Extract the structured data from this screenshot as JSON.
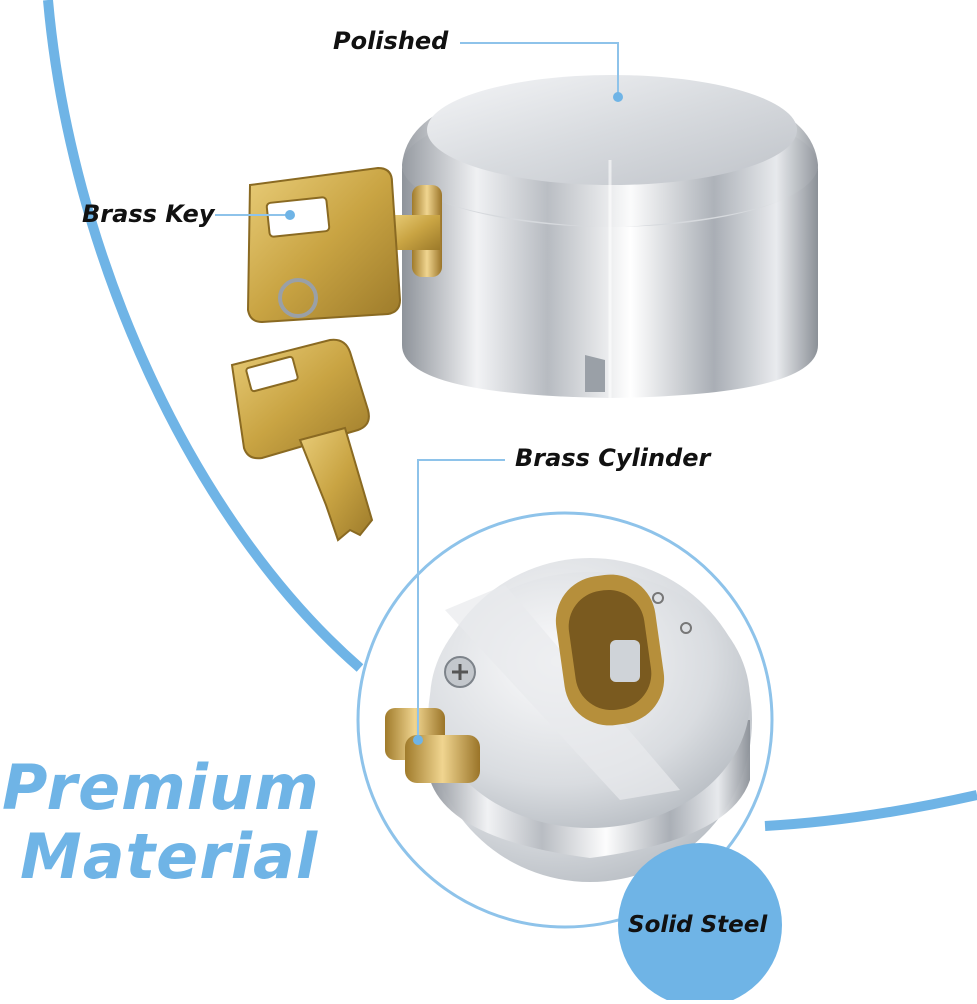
{
  "image": {
    "callouts": {
      "polished": "Polished",
      "brass_key": "Brass Key",
      "brass_cylinder": "Brass Cylinder"
    },
    "headline": {
      "line1": "Premium",
      "line2": "Material"
    },
    "badge": "Solid Steel"
  },
  "colors": {
    "accent": "#6fb4e6",
    "callout_line": "#8ec3ea",
    "text": "#111111",
    "steel": "#c9ccd1",
    "brass": "#c8a548"
  }
}
